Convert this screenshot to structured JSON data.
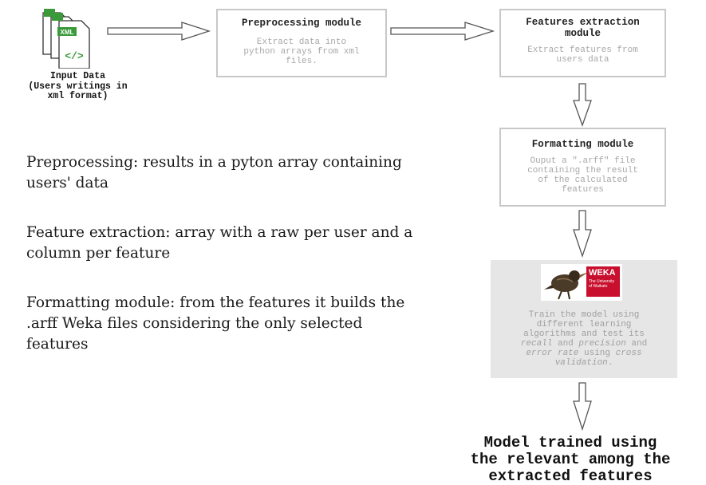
{
  "input": {
    "icon_badge": "XML",
    "icon_glyph": "</>",
    "label_lines": [
      "Input Data",
      "(Users writings in",
      "xml format)"
    ]
  },
  "preprocessing": {
    "title": "Preprocessing module",
    "desc_lines": [
      "Extract data into",
      "python arrays from xml",
      "files."
    ]
  },
  "features": {
    "title_lines": [
      "Features extraction",
      "module"
    ],
    "desc_lines": [
      "Extract features from",
      "users data"
    ]
  },
  "formatting": {
    "title": "Formatting module",
    "desc_lines": [
      "Ouput a \".arff\" file",
      "containing the result",
      "of the calculated",
      "features"
    ]
  },
  "weka": {
    "logo_word": "WEKA",
    "logo_sub_lines": [
      "The University",
      "of Waikato"
    ],
    "desc_lines": [
      [
        "Train the model using"
      ],
      [
        "different learning"
      ],
      [
        "algorithms and test its"
      ],
      [
        "",
        "recall",
        " and ",
        "precision",
        " and"
      ],
      [
        "",
        "error rate",
        " using ",
        "cross",
        ""
      ],
      [
        "",
        "validation",
        "."
      ]
    ]
  },
  "notes": [
    {
      "lines": [
        "Preprocessing: results in a pyton array containing",
        "users' data"
      ]
    },
    {
      "lines": [
        "Feature extraction: array with a raw per user and a",
        "column per feature"
      ]
    },
    {
      "lines": [
        "Formatting module: from the features it builds the",
        ".arff Weka files considering the only selected",
        "features"
      ]
    }
  ],
  "output": {
    "lines": [
      "Model trained using",
      "the relevant among the",
      "extracted features"
    ]
  },
  "colors": {
    "box_border": "#c8c8c8",
    "desc_text": "#a8a8a8",
    "weka_bg": "#e6e6e6",
    "xml_green": "#3a9a3a"
  }
}
